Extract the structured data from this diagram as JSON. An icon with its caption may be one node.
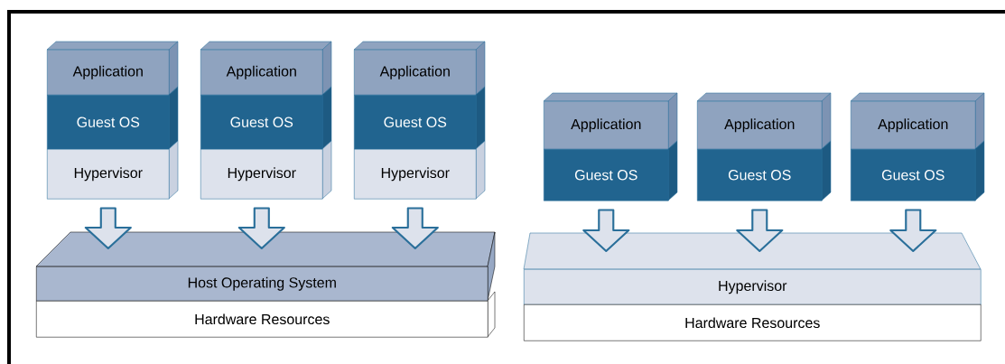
{
  "diagram": {
    "nodes": [
      {
        "text": [
          "Application"
        ]
      },
      {
        "text": [
          "Guest OS"
        ]
      },
      {
        "text": [
          "Hypervisor"
        ]
      },
      {
        "text": [
          "Application"
        ]
      },
      {
        "text": [
          "Guest OS"
        ]
      },
      {
        "text": [
          "Hypervisor"
        ]
      },
      {
        "text": [
          "Application"
        ]
      },
      {
        "text": [
          "Guest OS"
        ]
      },
      {
        "text": [
          "Hypervisor"
        ]
      },
      {
        "text": [
          "Host Operating System"
        ]
      },
      {
        "text": [
          "Hardware Resources"
        ]
      },
      {
        "text": [
          "Application"
        ]
      },
      {
        "text": [
          "Guest OS"
        ]
      },
      {
        "text": [
          "Application"
        ]
      },
      {
        "text": [
          "Guest OS"
        ]
      },
      {
        "text": [
          "Application"
        ]
      },
      {
        "text": [
          "Guest OS"
        ]
      },
      {
        "text": [
          "Hypervisor"
        ]
      },
      {
        "text": [
          "Hardware Resources"
        ]
      }
    ],
    "edges": [
      {
        "from": 2,
        "to": 9,
        "arrow": "to"
      },
      {
        "from": 5,
        "to": 9,
        "arrow": "to"
      },
      {
        "from": 8,
        "to": 9,
        "arrow": "to"
      },
      {
        "from": 12,
        "to": 17,
        "arrow": "to"
      },
      {
        "from": 14,
        "to": 17,
        "arrow": "to"
      },
      {
        "from": 16,
        "to": 17,
        "arrow": "to"
      }
    ]
  }
}
